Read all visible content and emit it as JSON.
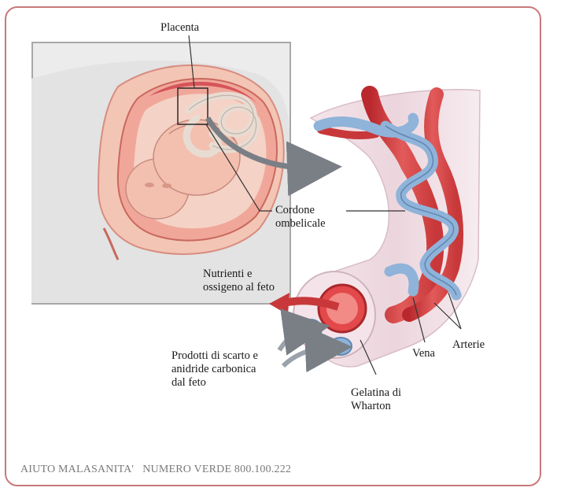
{
  "labels": {
    "placenta": "Placenta",
    "cordone_1": "Cordone",
    "cordone_2": "ombelicale",
    "nutrienti_1": "Nutrienti e",
    "nutrienti_2": "ossigeno al feto",
    "prodotti_1": "Prodotti di scarto e",
    "prodotti_2": "anidride carbonica",
    "prodotti_3": "dal feto",
    "gelatina_1": "Gelatina di",
    "gelatina_2": "Wharton",
    "vena": "Vena",
    "arterie": "Arterie"
  },
  "footer": {
    "text": "AIUTO MALASANITA'   NUMERO VERDE 800.100.222"
  },
  "colors": {
    "frame": "#c9797a",
    "vein": "#8fb3d9",
    "artery": "#d9494b",
    "skin": "#f2b9a6",
    "cord": "#f0dde4"
  }
}
